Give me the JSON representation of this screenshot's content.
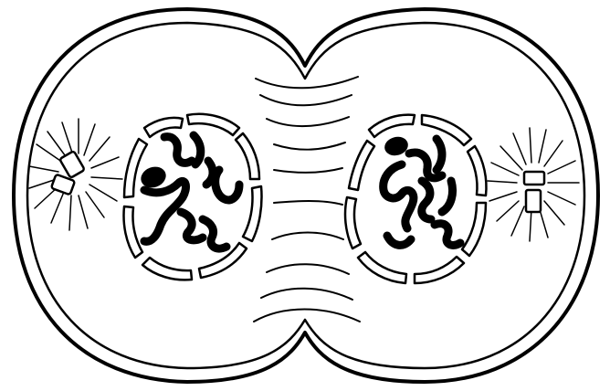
{
  "figure": {
    "subject": "dividing-cell-telophase",
    "colors": {
      "ink": "#000000",
      "background": "#ffffff"
    },
    "components": [
      "cell-membrane",
      "cleavage-furrow",
      "left-nucleus",
      "right-nucleus",
      "left-centrosome",
      "right-centrosome",
      "spindle-fibers"
    ]
  }
}
